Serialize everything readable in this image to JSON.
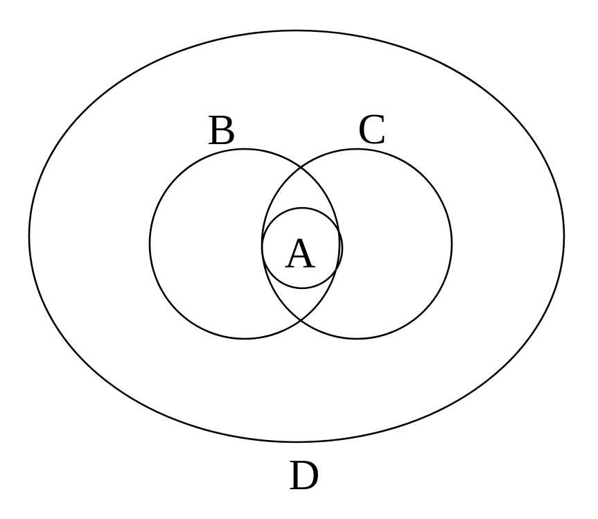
{
  "diagram": {
    "sets": {
      "a": {
        "label": "A"
      },
      "b": {
        "label": "B"
      },
      "c": {
        "label": "C"
      },
      "d": {
        "label": "D"
      }
    },
    "colors": {
      "stroke": "#000000",
      "background": "#ffffff",
      "text": "#000000"
    }
  }
}
